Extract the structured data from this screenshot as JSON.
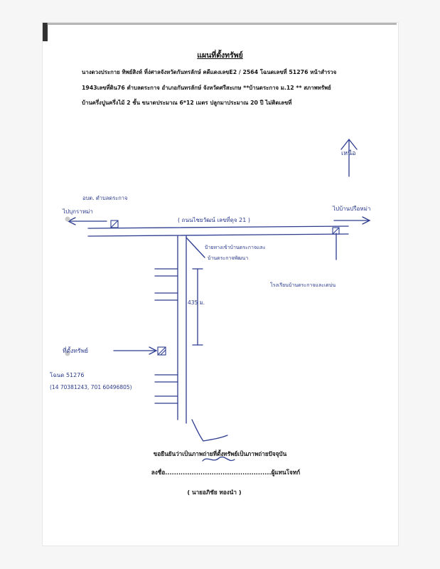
{
  "document": {
    "title": "แผนที่ตั้งทรัพย์",
    "line1": "นางดวงประกาย ทิพย์สิงห์ ที่ง่ศาลจังหวัดกันทรลักษ์ คดีแดงเลขE2 / 2564 โฉนดเลขที่ 51276 หน้าสำรวจ",
    "line2": "1943เลขที่ดิน76 ตำบลดระกาจ อำเภอกันทรลักษ์ จังหวัดศรีสะเกษ **บ้านดระกาจ ม.12  ** สภาพทรัพย์",
    "line3": "บ้านครึ่งปูนครึ่งไม้ 2 ชั้น ขนาดประมาณ 6*12 เมตร ปลูกมาประมาณ 20 ปี ไม่ติดเลขที่"
  },
  "map": {
    "north_label": "เหนือ",
    "subdistrict_office": "อบต. ตำบลดระกาจ",
    "left_destination": "ไปบุกราหม่า",
    "right_destination": "ไปบ้านปรือหม่า",
    "road_name": "( ถนนไชยวัฒน์ เลขที่ดุจ 21 )",
    "village_note_1": "ป้ายทางเข้าบ้านดระกาจและ",
    "village_note_2": "บ้านดระกาจพัฒนา",
    "school_note": "โรงเรียนบ้านดระกาจและเดบ่น",
    "distance": "435 ม.",
    "property_label": "ที่ตั้งทรัพย์",
    "deed_ref": "โฉนด 51276",
    "phone": "(14  70381243, 701  60496805)"
  },
  "certification": {
    "statement": "ขอยืนยันว่าเป็นภาพถ่ายที่ตั้งทรัพย์เป็นภาพถ่ายปัจจุบัน",
    "sign_label": "ลงชื่อ",
    "sign_dots": "................................................",
    "sign_role": "ผู้แทนโจทก์",
    "signer_name": "( นายอภิชัย   ทองนำ )"
  }
}
